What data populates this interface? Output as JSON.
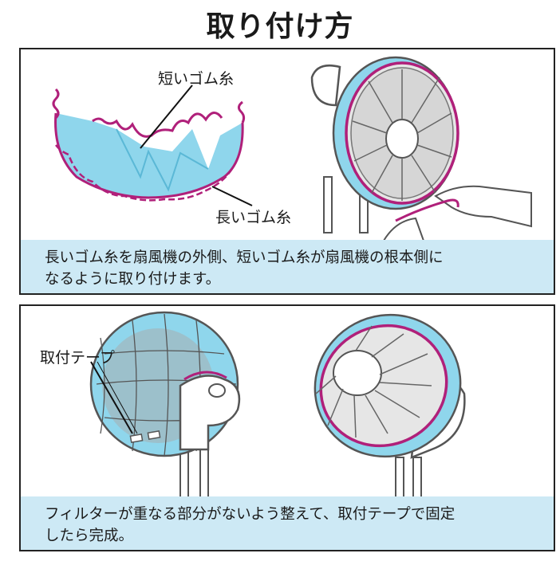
{
  "title": "取り付け方",
  "panel1": {
    "label_short": "短いゴム糸",
    "label_long": "長いゴム糸",
    "caption_line1": "長いゴム糸を扇風機の外側、短いゴム糸が扇風機の根本側に",
    "caption_line2": "なるように取り付けます。"
  },
  "panel2": {
    "label_tape": "取付テープ",
    "caption_line1": "フィルターが重なる部分がないよう整えて、取付テープで固定",
    "caption_line2": "したら完成。"
  },
  "colors": {
    "filter_blue": "#8fd6ec",
    "elastic_magenta": "#b0207a",
    "caption_bg": "#cde9f5"
  }
}
